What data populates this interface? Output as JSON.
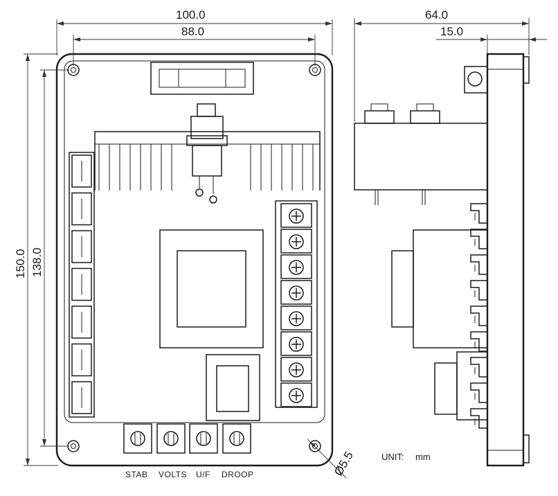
{
  "dimensions": {
    "front_width_outer": "100.0",
    "front_width_holes": "88.0",
    "front_height_outer": "150.0",
    "front_height_holes": "138.0",
    "hole_diameter": "Ø5.5",
    "side_depth": "64.0",
    "side_board": "15.0"
  },
  "pot_labels": [
    "STAB",
    "VOLTS",
    "U/F",
    "DROOP"
  ],
  "unit_label": "UNIT:",
  "unit_value": "mm",
  "terminal_count": 8,
  "left_connector_count": 7
}
